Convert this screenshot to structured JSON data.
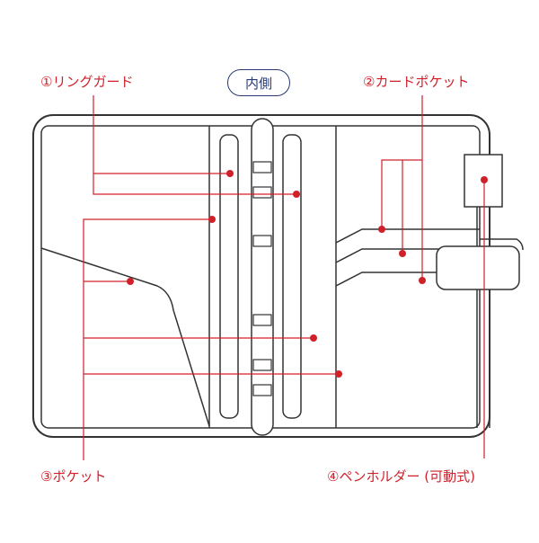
{
  "title": "内側",
  "labels": {
    "ring_guard": "①リングガード",
    "card_pocket": "②カードポケット",
    "pocket": "③ポケット",
    "pen_holder": "④ペンホルダー (可動式)"
  },
  "colors": {
    "outline": "#333333",
    "leader": "#d0202a",
    "title": "#283a78"
  }
}
